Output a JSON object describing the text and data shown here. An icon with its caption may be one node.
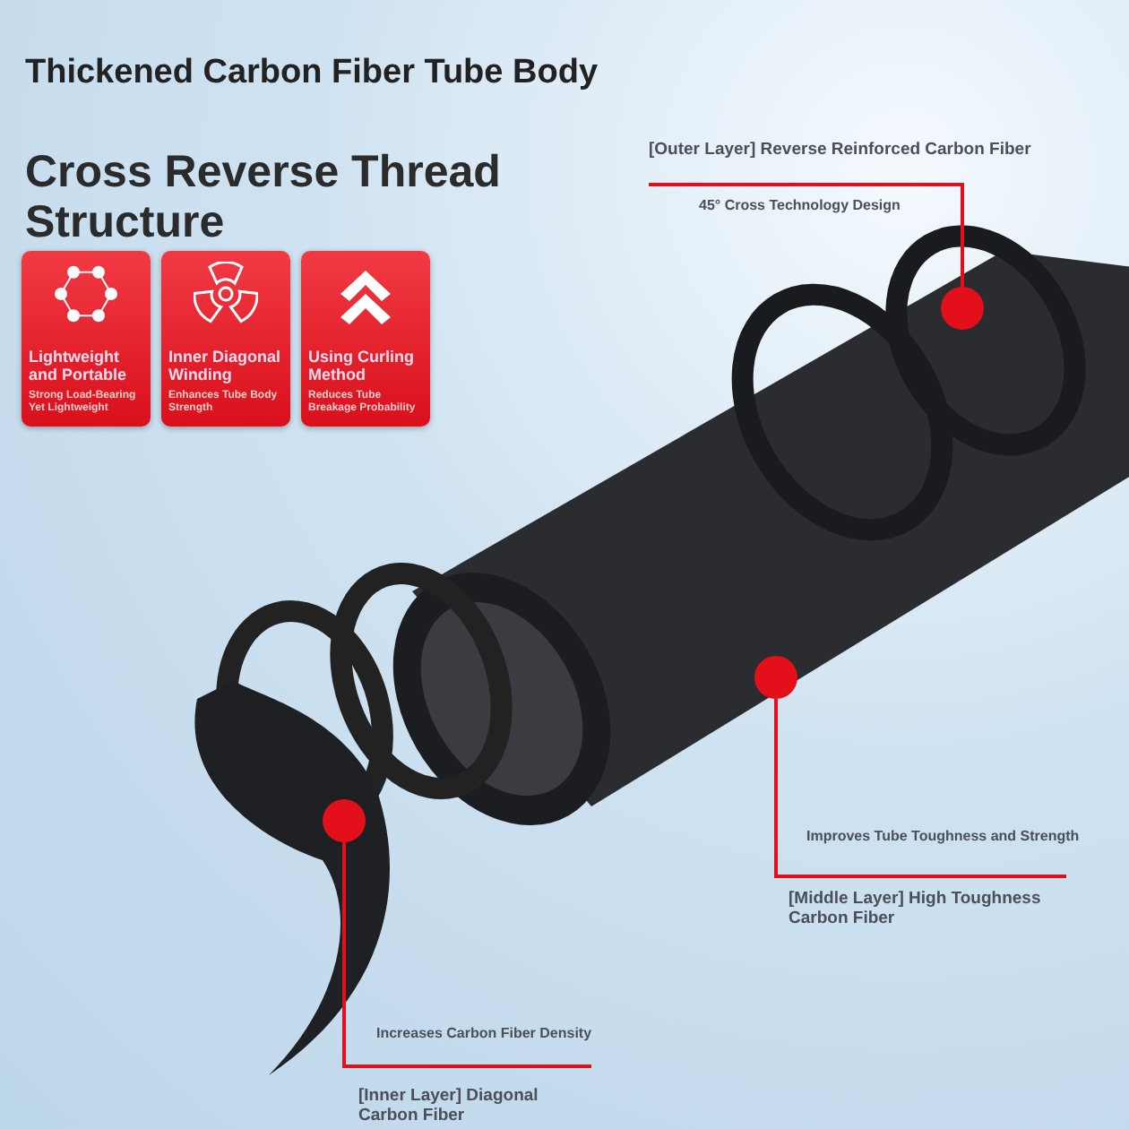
{
  "diagram": {
    "title": "Thickened Carbon Fiber Tube Body",
    "nodes": [
      {
        "text": [
          "Lightweight and Portable",
          "Strong Load-Bearing Yet Lightweight"
        ]
      },
      {
        "text": [
          "Inner Diagonal Winding",
          "Enhances Tube Body Strength"
        ]
      },
      {
        "text": [
          "Using Curling Method",
          "Reduces Tube Breakage Probability"
        ]
      },
      {
        "text": [
          "[Outer Layer] Reverse Reinforced Carbon Fiber",
          "45° Cross Technology Design"
        ]
      },
      {
        "text": [],
        "shape": "circle"
      },
      {
        "text": [
          "Improves Tube Toughness and Strength",
          "[Middle Layer] High Toughness Carbon Fiber"
        ]
      },
      {
        "text": [],
        "shape": "circle"
      },
      {
        "text": [
          "Increases Carbon Fiber Density",
          "[Inner Layer] Diagonal Carbon Fiber"
        ]
      },
      {
        "text": [],
        "shape": "circle"
      }
    ],
    "edges": [
      {
        "from": 3,
        "to": 4,
        "arrow": "none"
      },
      {
        "from": 5,
        "to": 6,
        "arrow": "none"
      },
      {
        "from": 7,
        "to": 8,
        "arrow": "none"
      }
    ],
    "labels": [
      "Cross Reverse Thread Structure"
    ]
  }
}
